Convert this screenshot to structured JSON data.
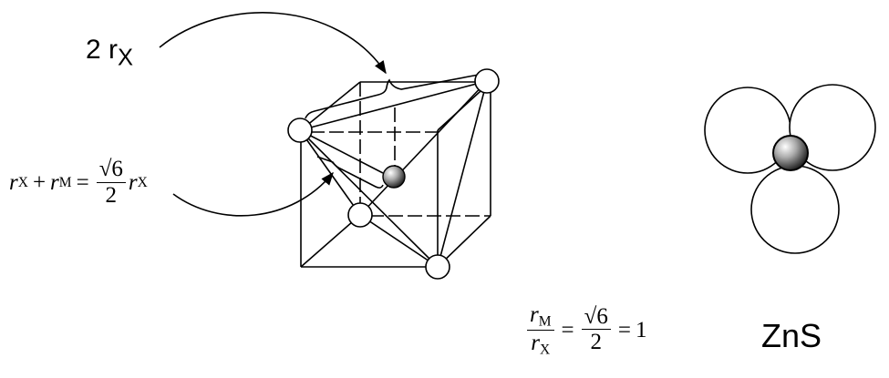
{
  "labels": {
    "two_rx": {
      "coef": "2",
      "r": "r",
      "sub": "X"
    },
    "sum_eq": {
      "r": "r",
      "sub_x": "X",
      "plus": "+",
      "sub_m": "M",
      "equals": "=",
      "sqrt": "√6",
      "den": "2"
    },
    "ratio_eq": {
      "r": "r",
      "sub_m": "M",
      "sub_x": "X",
      "equals": "=",
      "sqrt": "√6",
      "den": "2",
      "result": "1"
    },
    "structure": "ZnS"
  },
  "colors": {
    "line": "#000000",
    "anion_fill": "#ffffff",
    "cation_fill": "#555555"
  }
}
